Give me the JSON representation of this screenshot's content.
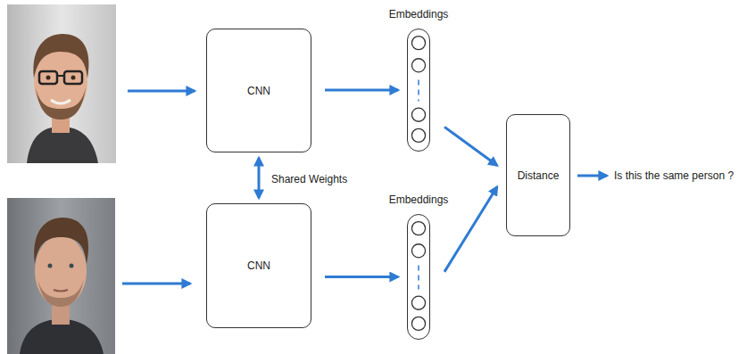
{
  "diagram": {
    "nodes": [
      {
        "text": [
          "CNN"
        ]
      },
      {
        "text": [
          "CNN"
        ]
      },
      {
        "text": [
          "Embeddings"
        ]
      },
      {
        "text": [
          "Embeddings"
        ]
      },
      {
        "text": [
          "Distance"
        ]
      }
    ],
    "edges": [
      {
        "from": 0,
        "to": 1,
        "arrow": "both",
        "label": "Shared Weights"
      },
      {
        "from": 0,
        "to": 2,
        "arrow": "to"
      },
      {
        "from": 1,
        "to": 3,
        "arrow": "to"
      },
      {
        "from": 2,
        "to": 4,
        "arrow": "to"
      },
      {
        "from": 3,
        "to": 4,
        "arrow": "to"
      }
    ],
    "labels": [
      "Is this the same person ?"
    ]
  }
}
